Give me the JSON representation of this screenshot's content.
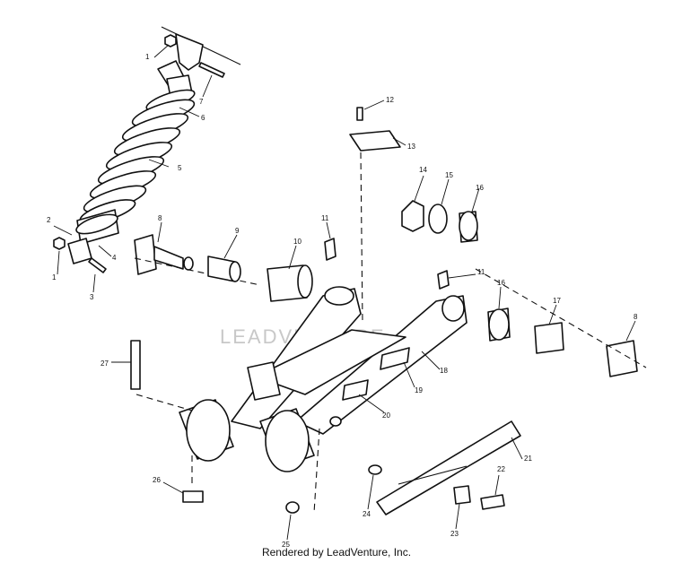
{
  "watermark": "LEADVENTURE",
  "credit": "Rendered by LeadVenture, Inc.",
  "callouts": [
    {
      "id": "c1a",
      "label": "1"
    },
    {
      "id": "c1b",
      "label": "1"
    },
    {
      "id": "c2",
      "label": "2"
    },
    {
      "id": "c3",
      "label": "3"
    },
    {
      "id": "c4",
      "label": "4"
    },
    {
      "id": "c5",
      "label": "5"
    },
    {
      "id": "c6",
      "label": "6"
    },
    {
      "id": "c7",
      "label": "7"
    },
    {
      "id": "c8a",
      "label": "8"
    },
    {
      "id": "c8b",
      "label": "8"
    },
    {
      "id": "c9",
      "label": "9"
    },
    {
      "id": "c10",
      "label": "10"
    },
    {
      "id": "c11a",
      "label": "11"
    },
    {
      "id": "c11b",
      "label": "11"
    },
    {
      "id": "c12",
      "label": "12"
    },
    {
      "id": "c13",
      "label": "13"
    },
    {
      "id": "c14",
      "label": "14"
    },
    {
      "id": "c15",
      "label": "15"
    },
    {
      "id": "c16a",
      "label": "16"
    },
    {
      "id": "c16b",
      "label": "16"
    },
    {
      "id": "c17",
      "label": "17"
    },
    {
      "id": "c18",
      "label": "18"
    },
    {
      "id": "c19",
      "label": "19"
    },
    {
      "id": "c20",
      "label": "20"
    },
    {
      "id": "c21",
      "label": "21"
    },
    {
      "id": "c22",
      "label": "22"
    },
    {
      "id": "c23",
      "label": "23"
    },
    {
      "id": "c24",
      "label": "24"
    },
    {
      "id": "c25",
      "label": "25"
    },
    {
      "id": "c26",
      "label": "26"
    },
    {
      "id": "c27",
      "label": "27"
    }
  ]
}
